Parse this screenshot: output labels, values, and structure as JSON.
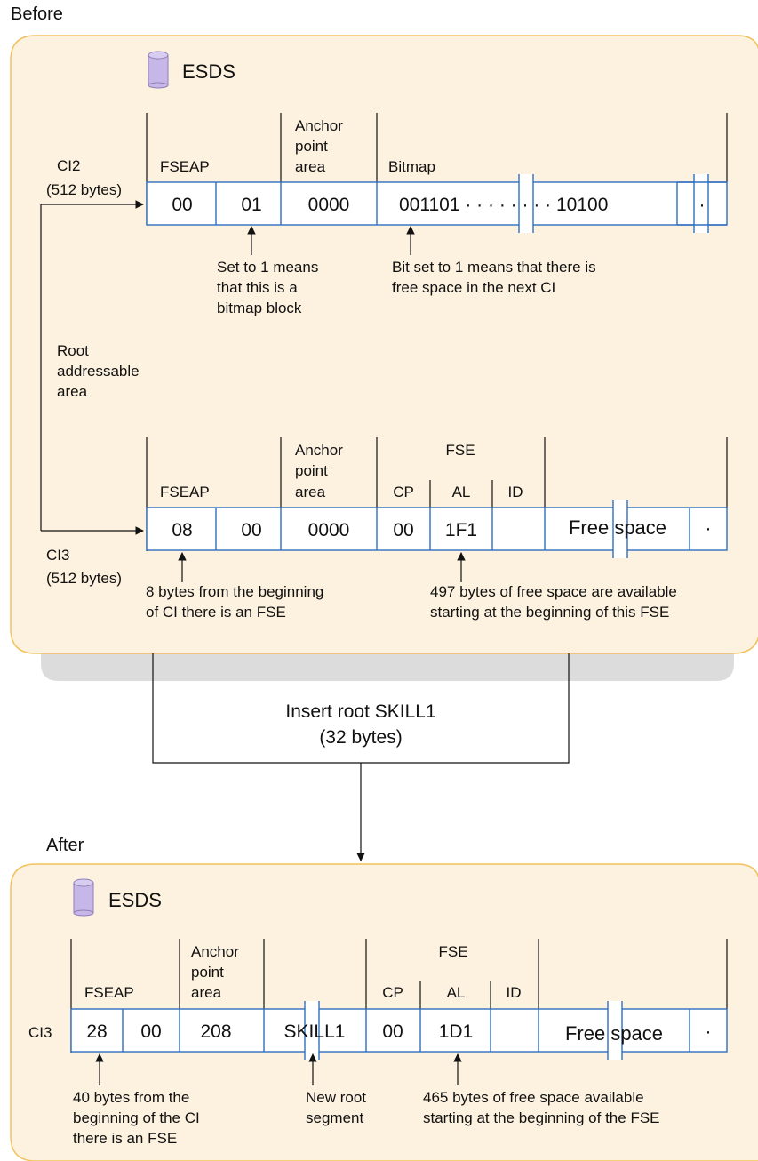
{
  "before": {
    "section_label": "Before",
    "esds_label": "ESDS",
    "ci2": {
      "name": "CI2",
      "size": "(512 bytes)",
      "headers": {
        "fseap": "FSEAP",
        "anchor": [
          "Anchor",
          "point",
          "area"
        ],
        "bitmap": "Bitmap"
      },
      "cells": {
        "fseap_offset": "00",
        "fseap_flag": "01",
        "anchor": "0000",
        "bitmap": "001101 · · · · · · · · 10100",
        "tail": "·"
      },
      "notes": {
        "flag": [
          "Set to 1 means",
          "that this is a",
          "bitmap block"
        ],
        "bitmap": [
          "Bit set to 1 means that there is",
          "free space in the next CI"
        ]
      }
    },
    "root_area_label": [
      "Root",
      "addressable",
      "area"
    ],
    "ci3": {
      "name": "CI3",
      "size": "(512 bytes)",
      "headers": {
        "fseap": "FSEAP",
        "anchor": [
          "Anchor",
          "point",
          "area"
        ],
        "fse": "FSE",
        "cp": "CP",
        "al": "AL",
        "id": "ID"
      },
      "cells": {
        "fseap_offset": "08",
        "fseap_flag": "00",
        "anchor": "0000",
        "cp": "00",
        "al": "1F1",
        "free": "Free space",
        "tail": "·"
      },
      "notes": {
        "fseap": [
          "8 bytes from the beginning",
          "of CI there is an FSE"
        ],
        "al": [
          "497 bytes of free space are available",
          "starting at the beginning of this FSE"
        ]
      }
    }
  },
  "transition": {
    "line1": "Insert root SKILL1",
    "line2": "(32 bytes)"
  },
  "after": {
    "section_label": "After",
    "esds_label": "ESDS",
    "ci3": {
      "name": "CI3",
      "headers": {
        "fseap": "FSEAP",
        "anchor": [
          "Anchor",
          "point",
          "area"
        ],
        "fse": "FSE",
        "cp": "CP",
        "al": "AL",
        "id": "ID"
      },
      "cells": {
        "fseap_offset": "28",
        "fseap_flag": "00",
        "anchor": "208",
        "segment": "SKILL1",
        "cp": "00",
        "al": "1D1",
        "free": "Free space",
        "tail": "·"
      },
      "notes": {
        "fseap": [
          "40 bytes from the",
          "beginning of the CI",
          "there is an FSE"
        ],
        "segment": [
          "New root",
          "segment"
        ],
        "al": [
          "465 bytes of free space available",
          "starting at the beginning of the FSE"
        ]
      }
    }
  },
  "colors": {
    "panel_fill": "#fdf2df",
    "panel_border": "#f2c25c",
    "panel_shadow": "#dcdcdc",
    "cell_border": "#2f6fbf",
    "database_icon": "#c7b7e8",
    "line": "#111111"
  }
}
